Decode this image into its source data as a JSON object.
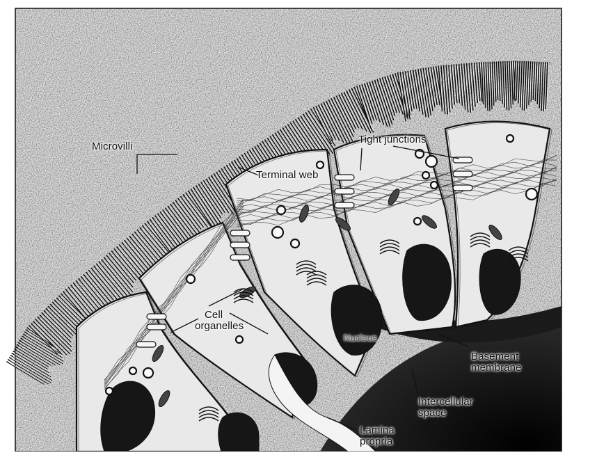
{
  "figure": {
    "labels": {
      "microvilli": "Microvilli",
      "tight_junctions": "Tight junctions",
      "terminal_web": "Terminal web",
      "cell_organelles_line1": "Cell",
      "cell_organelles_line2": "organelles",
      "nucleus": "Nucleus",
      "basement_membrane_line1": "Basement",
      "basement_membrane_line2": "membrane",
      "intercellular_space_line1": "Intercellular",
      "intercellular_space_line2": "space",
      "lamina_propria_line1": "Lamina",
      "lamina_propria_line2": "propria"
    },
    "colors": {
      "ink": "#111111",
      "cell_fill": "#e9e9e9",
      "stipple_bg": "#d8d8d8",
      "nucleus": "#161616",
      "lamina": "#1c1c1c"
    }
  }
}
